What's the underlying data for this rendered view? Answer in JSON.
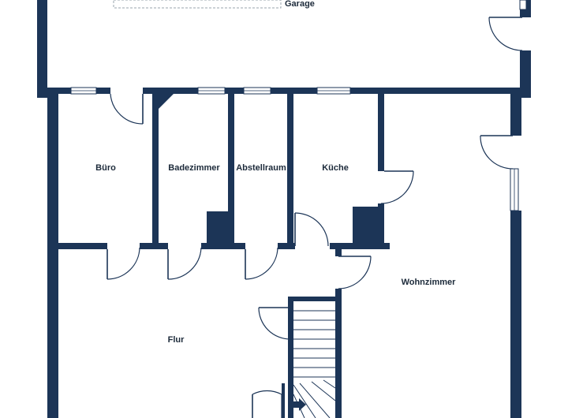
{
  "rooms": {
    "garage": "Garage",
    "buero": "Büro",
    "badezimmer": "Badezimmer",
    "abstellraum": "Abstellraum",
    "kueche": "Küche",
    "wohnzimmer": "Wohnzimmer",
    "flur": "Flur"
  },
  "colors": {
    "wall": "#1c3557",
    "background": "#ffffff",
    "label": "#1c2a3a"
  },
  "icons": {
    "stair_direction": "arrow-right-icon"
  }
}
